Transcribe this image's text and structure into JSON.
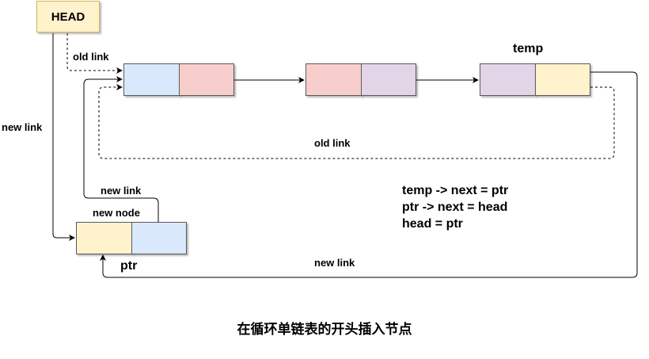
{
  "head_label": "HEAD",
  "temp_label": "temp",
  "ptr_label": "ptr",
  "new_node_label": "new node",
  "links": {
    "old_link_top": "old link",
    "old_link_loop": "old link",
    "new_link_left": "new link",
    "new_link_up": "new link",
    "new_link_bottom": "new link"
  },
  "code_lines": [
    "temp -> next = ptr",
    "ptr -> next = head",
    "head = ptr"
  ],
  "caption": "在循环单链表的开头插入节点",
  "colors": {
    "yellow": "#fff2cc",
    "blue": "#dae8fc",
    "red": "#f8cecc",
    "purple": "#e1d5e7",
    "head_border": "#d6b656"
  }
}
